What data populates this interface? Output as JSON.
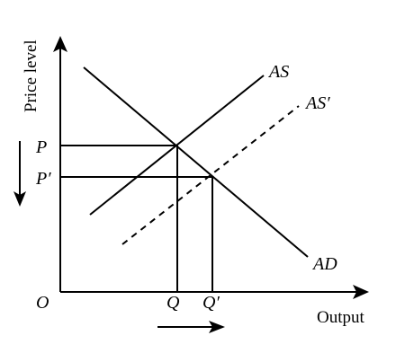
{
  "axes": {
    "y_title": "Price level",
    "x_title": "Output",
    "origin": "O"
  },
  "price_labels": {
    "initial": "P",
    "new": "P′"
  },
  "output_labels": {
    "initial": "Q",
    "new": "Q′"
  },
  "curves": {
    "aggregate_supply": "AS",
    "shifted_aggregate_supply": "AS′",
    "aggregate_demand": "AD"
  }
}
